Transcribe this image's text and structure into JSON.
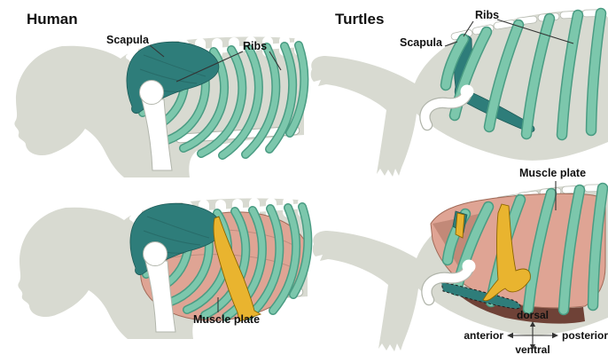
{
  "figure": {
    "panels": {
      "human_top": {
        "title": "Human",
        "scapula_label": "Scapula",
        "ribs_label": "Ribs"
      },
      "turtles_top": {
        "title": "Turtles",
        "scapula_label": "Scapula",
        "ribs_label": "Ribs"
      },
      "human_bottom": {
        "muscle_plate_label": "Muscle plate"
      },
      "turtles_bottom": {
        "muscle_plate_label": "Muscle plate",
        "compass": {
          "dorsal": "dorsal",
          "ventral": "ventral",
          "anterior": "anterior",
          "posterior": "posterior"
        }
      }
    },
    "colors": {
      "body_gray": "#d8dad1",
      "scapula_teal": "#2e7d7a",
      "rib_teal": "#7cc7ac",
      "rib_edge": "#4a9c83",
      "bone_white": "#ffffff",
      "bone_edge": "#b2b6ac",
      "muscle_pink": "#dfa494",
      "muscle_pink_dark": "#bf8674",
      "shadow_maroon": "#6f4237",
      "muscle_yellow": "#e9b42f",
      "yellow_edge": "#8a6400",
      "label_ink": "#111111",
      "leader": "#333333"
    }
  }
}
